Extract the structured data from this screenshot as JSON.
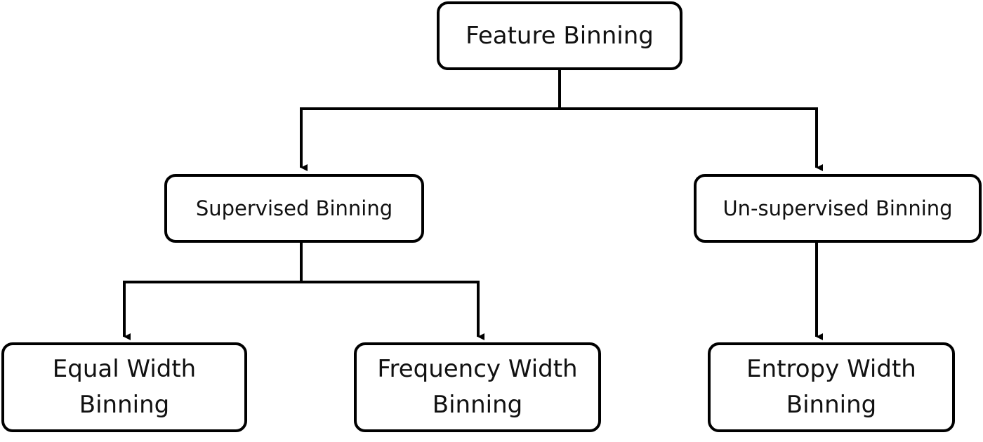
{
  "diagram": {
    "root": {
      "label": "Feature Binning"
    },
    "categories": [
      {
        "label": "Supervised Binning",
        "children": [
          {
            "line1": "Equal Width",
            "line2": "Binning"
          },
          {
            "line1": "Frequency Width",
            "line2": "Binning"
          }
        ]
      },
      {
        "label": "Un-supervised Binning",
        "children": [
          {
            "line1": "Entropy Width",
            "line2": "Binning"
          }
        ]
      }
    ],
    "colors": {
      "stroke": "#000000",
      "background": "#ffffff",
      "text": "#111111"
    }
  }
}
